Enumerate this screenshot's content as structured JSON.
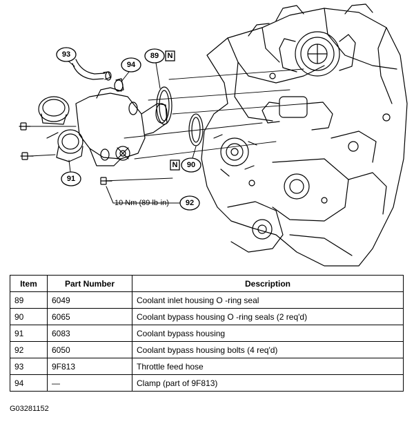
{
  "callouts": {
    "c89": "89",
    "c90": "90",
    "c91": "91",
    "c92": "92",
    "c93": "93",
    "c94": "94",
    "new_part_marker": "N",
    "torque_spec": "10 Nm (89 lb-in)"
  },
  "table": {
    "headers": {
      "item": "Item",
      "part_number": "Part Number",
      "description": "Description"
    },
    "rows": [
      {
        "item": "89",
        "part_number": "6049",
        "description": "Coolant inlet housing O -ring seal"
      },
      {
        "item": "90",
        "part_number": "6065",
        "description": "Coolant bypass housing O -ring seals (2 req'd)"
      },
      {
        "item": "91",
        "part_number": "6083",
        "description": "Coolant bypass housing"
      },
      {
        "item": "92",
        "part_number": "6050",
        "description": "Coolant bypass housing bolts (4 req'd)"
      },
      {
        "item": "93",
        "part_number": "9F813",
        "description": "Throttle feed hose"
      },
      {
        "item": "94",
        "part_number": "—",
        "description": "Clamp (part of 9F813)"
      }
    ]
  },
  "figure_id": "G03281152"
}
